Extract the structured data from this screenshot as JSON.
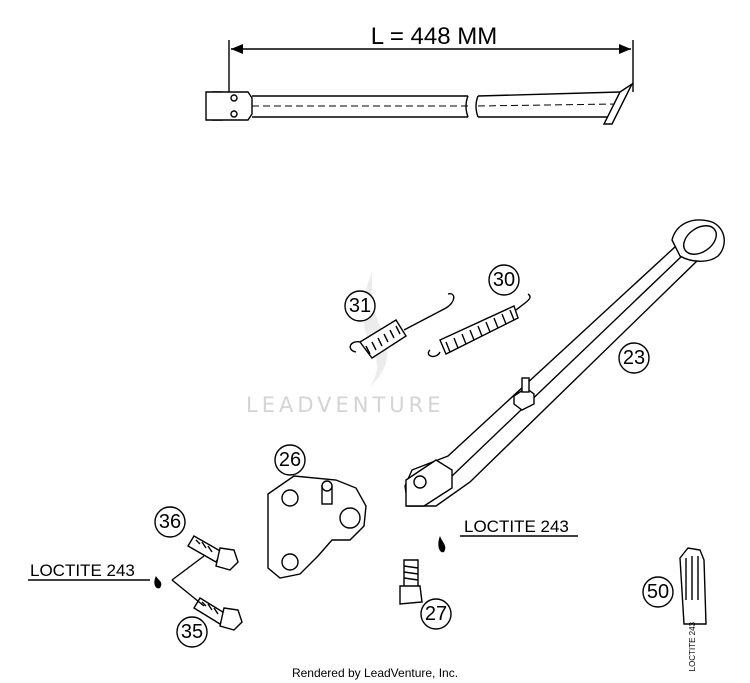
{
  "dimension": {
    "text": "L = 448 MM"
  },
  "watermark": {
    "text": "LEADVENTURE"
  },
  "footer": {
    "text": "Rendered by LeadVenture, Inc."
  },
  "callouts": [
    {
      "id": "c31",
      "label": "31"
    },
    {
      "id": "c30",
      "label": "30"
    },
    {
      "id": "c23",
      "label": "23"
    },
    {
      "id": "c26",
      "label": "26"
    },
    {
      "id": "c36",
      "label": "36"
    },
    {
      "id": "c35",
      "label": "35"
    },
    {
      "id": "c27",
      "label": "27"
    },
    {
      "id": "c50",
      "label": "50"
    }
  ],
  "notes": {
    "loctite_left": "LOCTITE 243",
    "loctite_right": "LOCTITE 243",
    "tube_label": "LOCTITE 243"
  }
}
